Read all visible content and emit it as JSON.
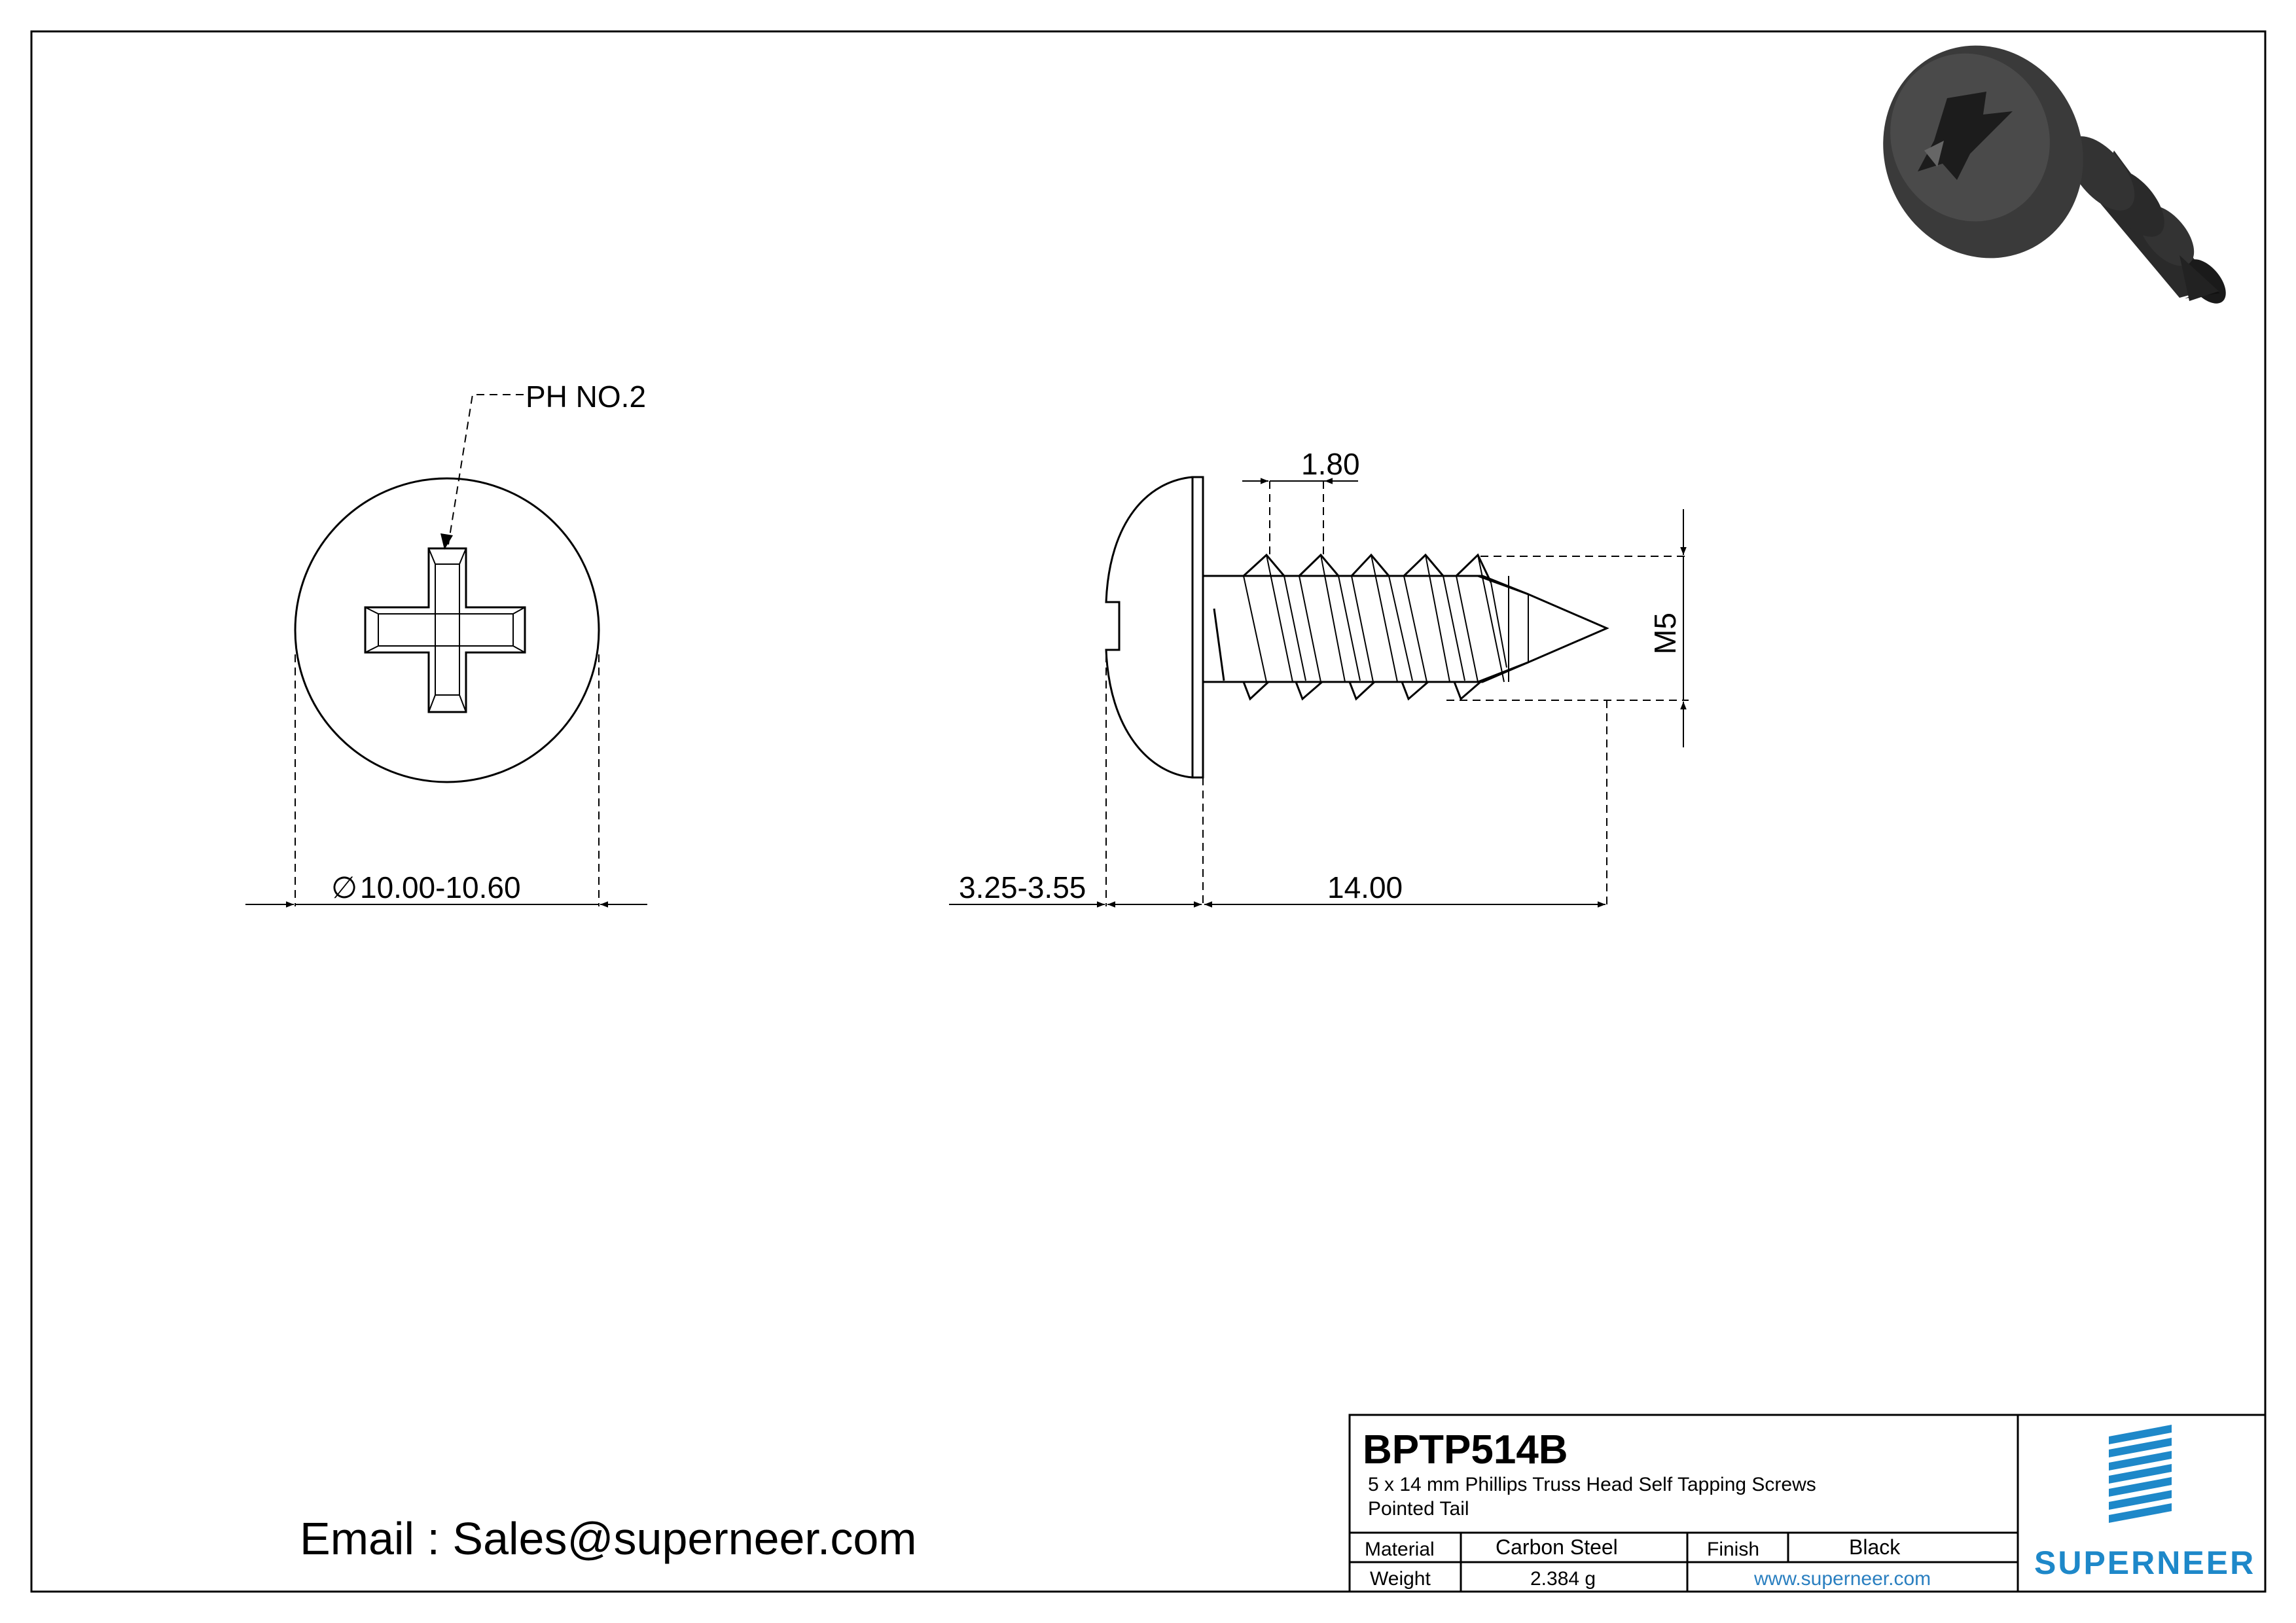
{
  "part_number": "BPTP514B",
  "description_line1": "5 x 14 mm Phillips Truss Head Self Tapping Screws",
  "description_line2": "Pointed Tail",
  "title_block": {
    "material_label": "Material",
    "material_value": "Carbon Steel",
    "finish_label": "Finish",
    "finish_value": "Black",
    "weight_label": "Weight",
    "weight_value": "2.384 g",
    "website": "www.superneer.com"
  },
  "brand": {
    "name": "SUPERNEER",
    "color": "#1e88c9"
  },
  "email": "Email : Sales@superneer.com",
  "dimensions": {
    "drive": "PH NO.2",
    "diameter_symbol": "∅",
    "head_diameter": "10.00-10.60",
    "head_height": "3.25-3.55",
    "length": "14.00",
    "pitch": "1.80",
    "thread": "M5"
  }
}
